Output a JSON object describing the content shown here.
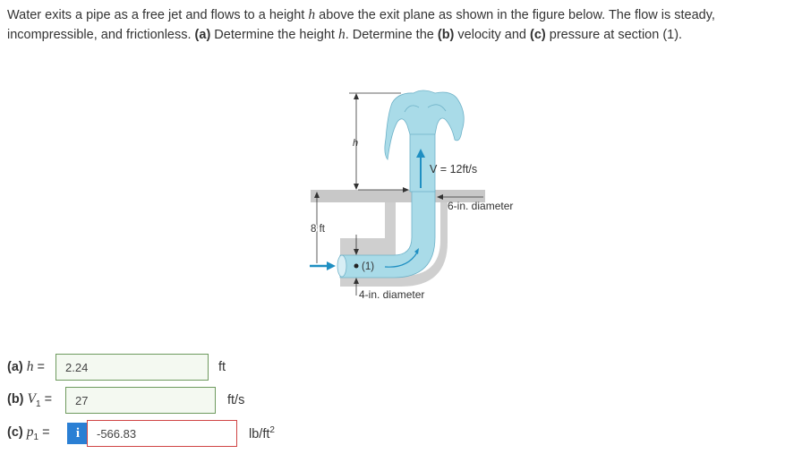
{
  "problem": {
    "part1": "Water exits a pipe as a free jet and flows to a height ",
    "h_symbol": "h",
    "part2": " above the exit plane as shown in the figure below. The flow is steady, incompressible, and frictionless. ",
    "a_tag": "(a)",
    "part3": " Determine the height ",
    "h_symbol2": "h",
    "part4": ". Determine the ",
    "b_tag": "(b)",
    "part5": " velocity and ",
    "c_tag": "(c)",
    "part6": " pressure at section (1)."
  },
  "figure": {
    "h_label": "h",
    "velocity_label": "V = 12ft/s",
    "top_diameter": "6-in. diameter",
    "height_label": "8 ft",
    "section_label": "(1)",
    "bottom_diameter": "4-in. diameter"
  },
  "answers": [
    {
      "tag": "(a)",
      "symbol": "h",
      "sub": "",
      "eq": " =",
      "value": "2.24",
      "unit": "ft",
      "unit_sup": "",
      "status": "correct"
    },
    {
      "tag": "(b)",
      "symbol": "V",
      "sub": "1",
      "eq": " =",
      "value": "27",
      "unit": "ft/s",
      "unit_sup": "",
      "status": "correct"
    },
    {
      "tag": "(c)",
      "symbol": "p",
      "sub": "1",
      "eq": " =",
      "value": "-566.83",
      "unit": "lb/ft",
      "unit_sup": "2",
      "status": "incorrect",
      "info_icon": "i"
    }
  ],
  "colors": {
    "water": "#a9dbe8",
    "wall": "#c8c8c8",
    "arrow": "#1f8fc2",
    "correct_border": "#6e9a5e",
    "incorrect_border": "#d04545",
    "info": "#2a7fd4"
  }
}
